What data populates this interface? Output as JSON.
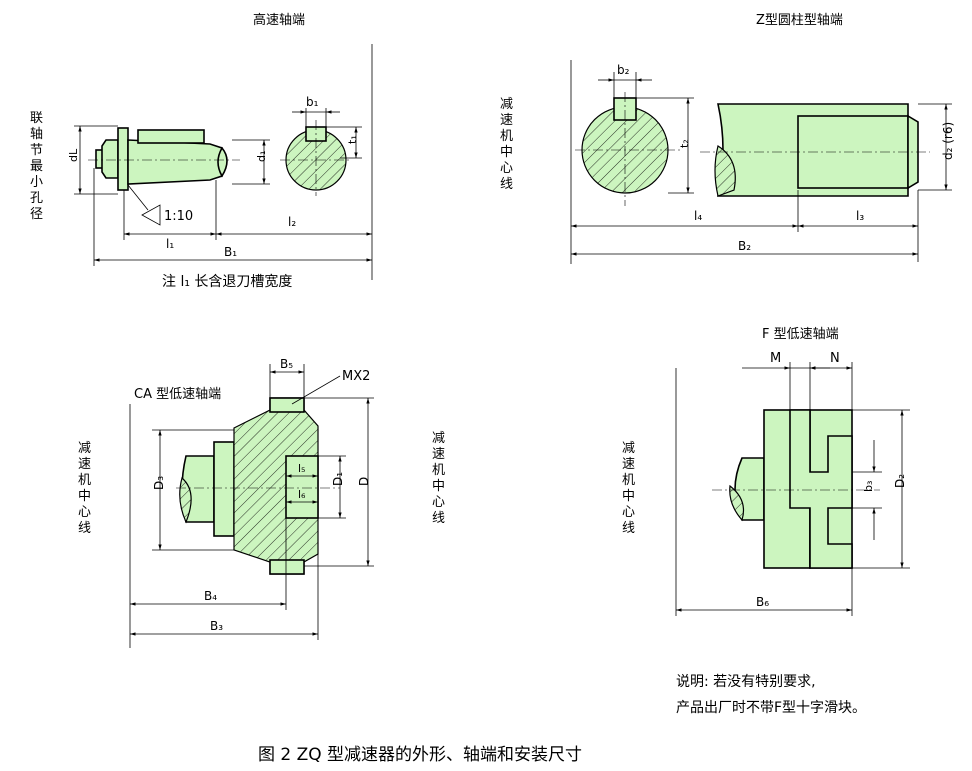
{
  "caption": "图 2  ZQ 型减速器的外形、轴端和安装尺寸",
  "note_box": {
    "line1": "说明: 若没有特别要求,",
    "line2": "产品出厂时不带F型十字滑块。"
  },
  "high_speed": {
    "title": "高速轴端",
    "left_label": [
      "联",
      "轴",
      "节",
      "最",
      "小",
      "孔",
      "径"
    ],
    "taper": "1:10",
    "note": "注 l₁ 长含退刀槽宽度",
    "dims": {
      "dL": "dL",
      "d1": "d₁",
      "b1": "b₁",
      "t1": "t₁",
      "l1": "l₁",
      "l2": "l₂",
      "B1": "B₁"
    }
  },
  "z_type": {
    "title": "Z型圆柱型轴端",
    "center_label": [
      "减",
      "速",
      "机",
      "中",
      "心",
      "线"
    ],
    "dims": {
      "b2": "b₂",
      "t2": "t₂",
      "d2": "d₂ (r6)",
      "l4": "l₄",
      "l3": "l₃",
      "B2": "B₂"
    }
  },
  "ca_type": {
    "title": "CA 型低速轴端",
    "thread": "MX2",
    "center_label": [
      "减",
      "速",
      "机",
      "中",
      "心",
      "线"
    ],
    "dims": {
      "B5": "B₅",
      "D3": "D₃",
      "l5": "l₅",
      "l6": "l₆",
      "D1": "D₁",
      "D": "D",
      "B4": "B₄",
      "B3": "B₃"
    }
  },
  "f_type": {
    "title": "F 型低速轴端",
    "center_label": [
      "减",
      "速",
      "机",
      "中",
      "心",
      "线"
    ],
    "dims": {
      "M": "M",
      "N": "N",
      "b3": "b₃",
      "D2": "D₂",
      "B6": "B₆"
    }
  }
}
